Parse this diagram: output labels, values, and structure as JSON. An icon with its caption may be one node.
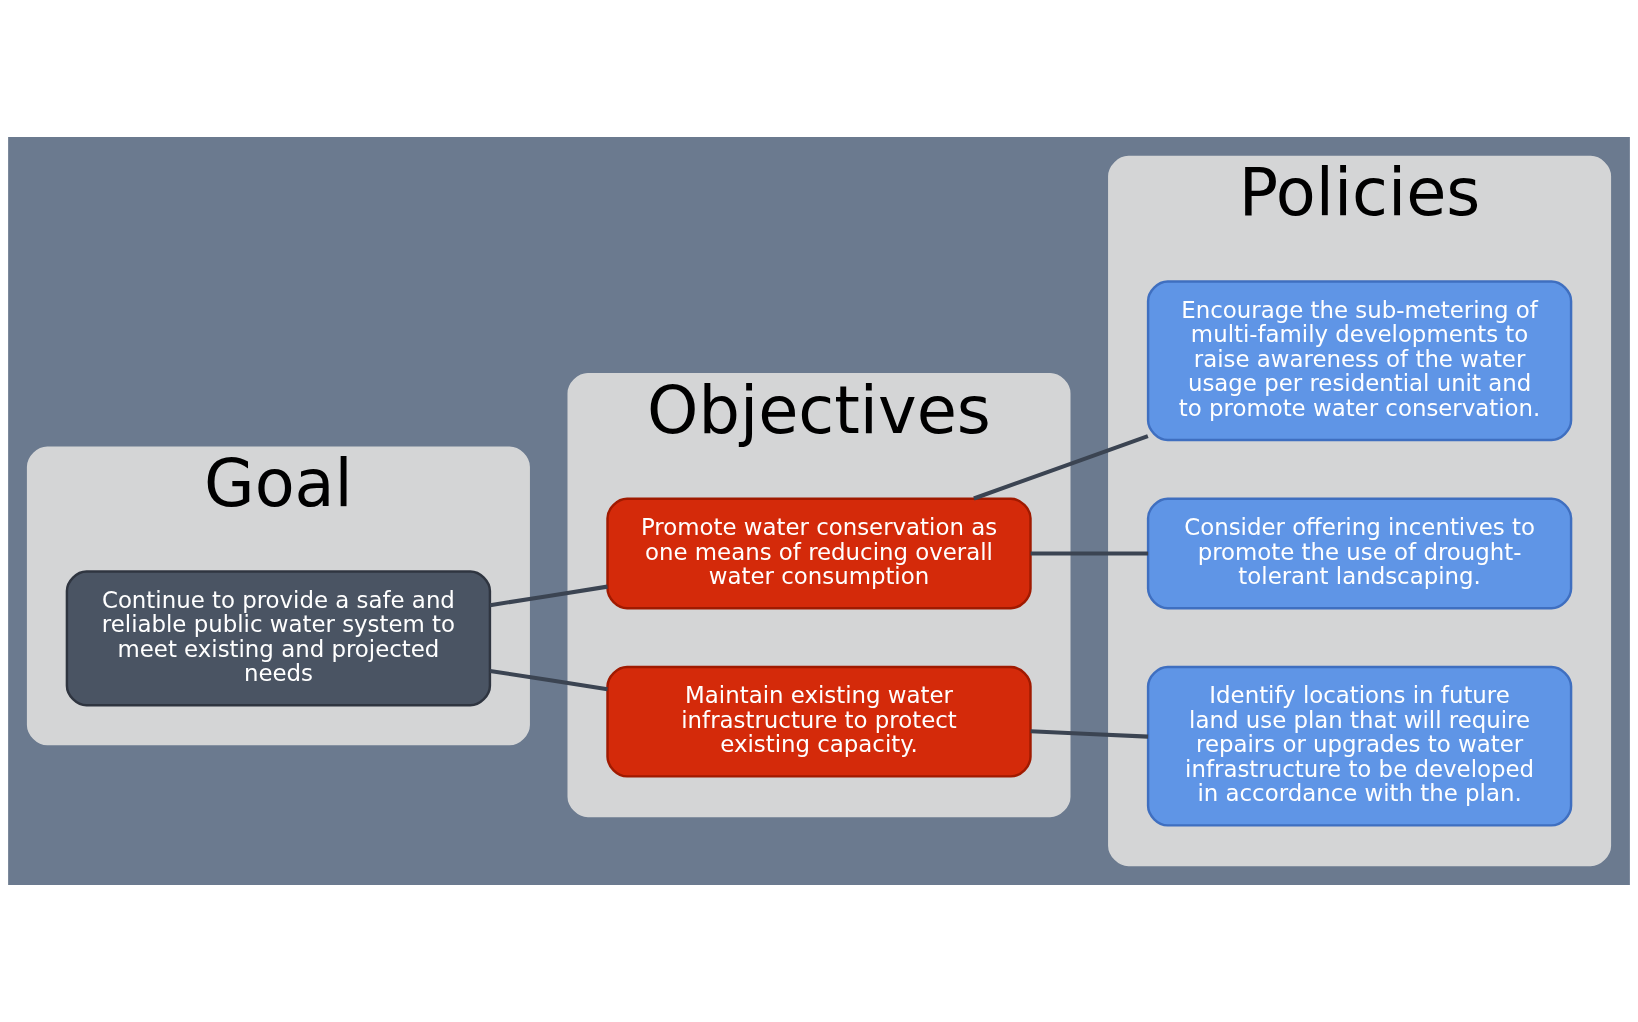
{
  "diagram": {
    "nodes": [
      {
        "text": [
          "Goal"
        ]
      },
      {
        "text": [
          "Continue to provide a safe and reliable public water system to meet existing and projected needs"
        ],
        "in": 0
      },
      {
        "text": [
          "Objectives"
        ]
      },
      {
        "text": [
          "Promote water conservation as one means of reducing overall water consumption"
        ],
        "in": 2
      },
      {
        "text": [
          "Maintain existing water infrastructure to protect existing capacity."
        ],
        "in": 2
      },
      {
        "text": [
          "Policies"
        ]
      },
      {
        "text": [
          "Encourage the sub-metering of multi-family developments to raise awareness of the water usage per residential unit and to promote water conservation."
        ],
        "in": 5
      },
      {
        "text": [
          "Consider offering incentives to promote the use of drought-tolerant landscaping."
        ],
        "in": 5
      },
      {
        "text": [
          "Identify locations in future land use plan that will require repairs or upgrades to water infrastructure to be developed in accordance with the plan."
        ],
        "in": 5
      }
    ],
    "edges": [
      {
        "from": 1,
        "to": 3,
        "arrow": "none"
      },
      {
        "from": 1,
        "to": 4,
        "arrow": "none"
      },
      {
        "from": 3,
        "to": 6,
        "arrow": "none"
      },
      {
        "from": 3,
        "to": 7,
        "arrow": "none"
      },
      {
        "from": 4,
        "to": 8,
        "arrow": "none"
      }
    ]
  }
}
